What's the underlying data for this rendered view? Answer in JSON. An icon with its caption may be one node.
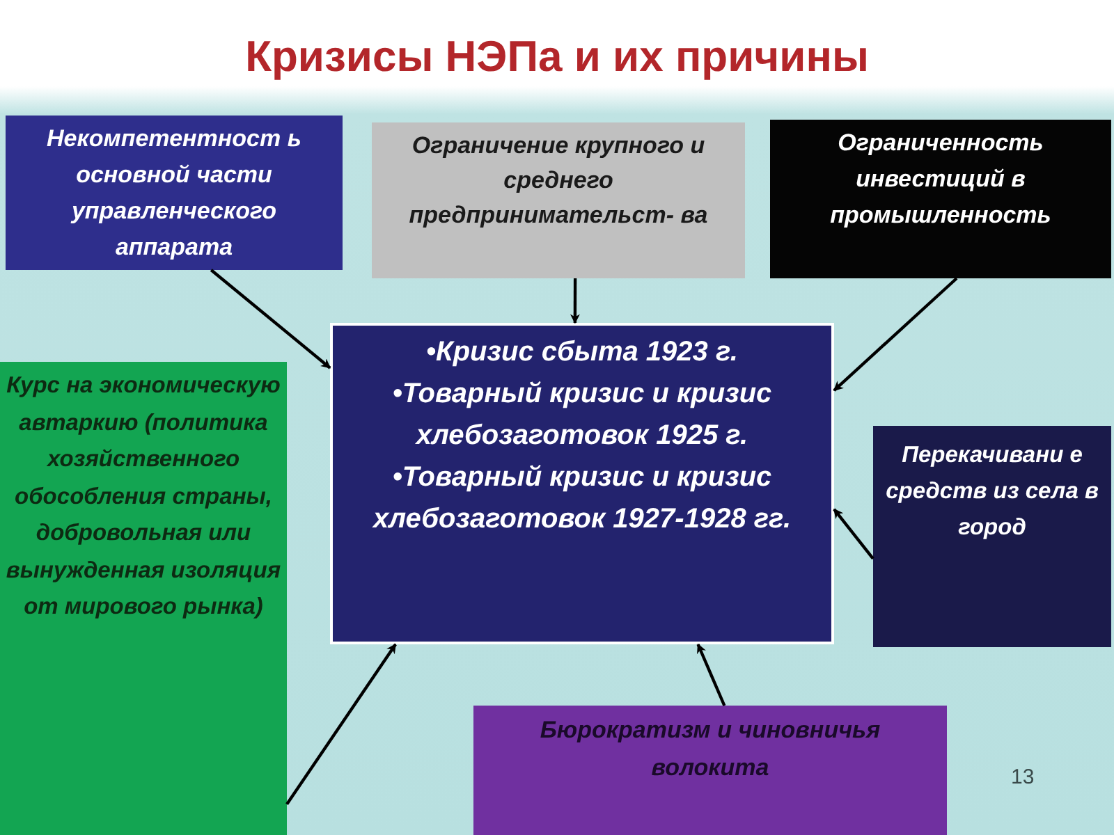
{
  "diagram": {
    "title": "Кризисы НЭПа и их причины",
    "nodes": [
      {
        "text": [
          "Некомпетентност ь основной части управленческого аппарата"
        ]
      },
      {
        "text": [
          "Ограничение крупного и среднего предпринимательст- ва"
        ]
      },
      {
        "text": [
          "Ограниченность инвестиций в промышленность"
        ]
      },
      {
        "text": [
          "•Кризис сбыта 1923 г.",
          "•Товарный кризис и кризис хлебозаготовок 1925 г.",
          "•Товарный кризис и кризис хлебозаготовок 1927-1928 гг."
        ]
      },
      {
        "text": [
          "Курс на экономическую автаркию (политика хозяйственного обособления страны, добровольная или вынужденная изоляция от мирового рынка)"
        ]
      },
      {
        "text": [
          "Перекачивани е средств из села в город"
        ]
      },
      {
        "text": [
          "Бюрократизм и чиновничья волокита"
        ]
      }
    ],
    "edges": [
      {
        "from": 0,
        "to": 3,
        "arrow": "to"
      },
      {
        "from": 1,
        "to": 3,
        "arrow": "to"
      },
      {
        "from": 2,
        "to": 3,
        "arrow": "to"
      },
      {
        "from": 5,
        "to": 3,
        "arrow": "to"
      },
      {
        "from": 6,
        "to": 3,
        "arrow": "to"
      },
      {
        "from": 4,
        "to": 3,
        "arrow": "to"
      }
    ],
    "labels": [
      "13"
    ]
  }
}
